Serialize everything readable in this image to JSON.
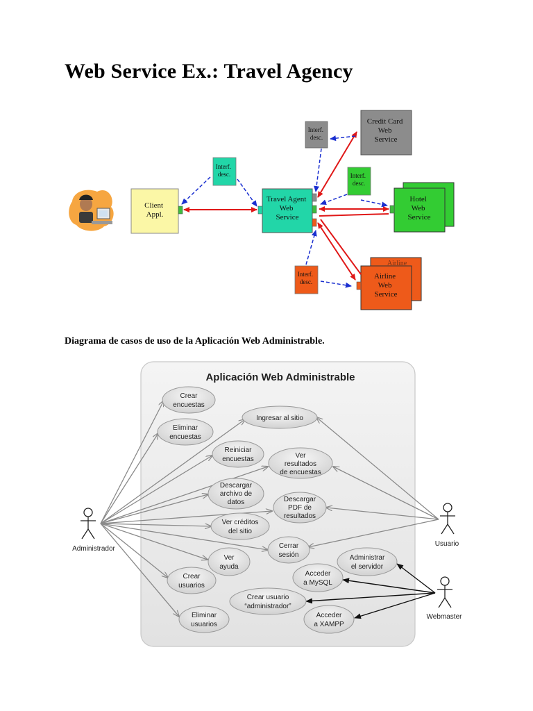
{
  "document": {
    "title": "Web Service Ex.: Travel Agency",
    "caption": "Diagrama de casos de uso de la Aplicación Web Administrable."
  },
  "travel_diagram": {
    "client": [
      "Client",
      "Appl."
    ],
    "travel_agent": [
      "Travel Agent",
      "Web",
      "Service"
    ],
    "credit_card": [
      "Credit Card",
      "Web",
      "Service"
    ],
    "hotel": [
      "Hotel",
      "Web",
      "Service"
    ],
    "airline": [
      "Airline",
      "Web",
      "Service"
    ],
    "airline_back": "Airline",
    "interf_desc_green": [
      "Interf.",
      "desc."
    ],
    "interf_desc_gray": [
      "Interf.",
      "desc."
    ],
    "interf_desc_hotel": [
      "Interf.",
      "desc."
    ],
    "interf_desc_orange": [
      "Interf.",
      "desc."
    ],
    "colors": {
      "client": "#fbf7a6",
      "travel_agent": "#22d6a8",
      "credit_card": "#8c8c8c",
      "hotel": "#33cc33",
      "airline": "#ee5a1a",
      "request_arrow": "#e01818",
      "desc_arrow": "#1a2fd0"
    }
  },
  "usecase_diagram": {
    "title": "Aplicación Web Administrable",
    "actors": {
      "admin": "Administrador",
      "user": "Usuario",
      "webmaster": "Webmaster"
    },
    "use_cases": {
      "crear_encuestas": [
        "Crear",
        "encuestas"
      ],
      "eliminar_encuestas": [
        "Eliminar",
        "encuestas"
      ],
      "ingresar": [
        "Ingresar al sitio"
      ],
      "reiniciar": [
        "Reiniciar",
        "encuestas"
      ],
      "ver_resultados": [
        "Ver",
        "resultados",
        "de encuestas"
      ],
      "descargar_archivo": [
        "Descargar",
        "archivo de",
        "datos"
      ],
      "descargar_pdf": [
        "Descargar",
        "PDF de",
        "resultados"
      ],
      "ver_creditos": [
        "Ver créditos",
        "del sitio"
      ],
      "cerrar_sesion": [
        "Cerrar",
        "sesión"
      ],
      "ver_ayuda": [
        "Ver",
        "ayuda"
      ],
      "crear_usuarios": [
        "Crear",
        "usuarios"
      ],
      "eliminar_usuarios": [
        "Eliminar",
        "usuarios"
      ],
      "administrar_servidor": [
        "Administrar",
        "el servidor"
      ],
      "acceder_mysql": [
        "Acceder",
        "a MySQL"
      ],
      "crear_usuario_admin": [
        "Crear usuario",
        "“administrador”"
      ],
      "acceder_xampp": [
        "Acceder",
        "a XAMPP"
      ]
    }
  }
}
